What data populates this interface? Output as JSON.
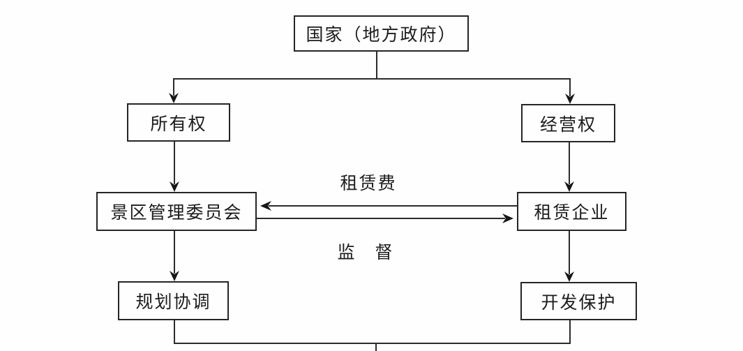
{
  "diagram": {
    "nodes": {
      "government": {
        "label": "国家（地方政府）"
      },
      "ownership": {
        "label": "所有权"
      },
      "operation_right": {
        "label": "经营权"
      },
      "committee": {
        "label": "景区管理委员会"
      },
      "lease_enterprise": {
        "label": "租赁企业"
      },
      "planning": {
        "label": "规划协调"
      },
      "development": {
        "label": "开发保护"
      }
    },
    "edge_labels": {
      "lease_fee": "租赁费",
      "supervision": "监　督"
    },
    "colors": {
      "line": "#2b2b2b",
      "arrowhead": "#161616",
      "background": "#fefefe",
      "text": "#1c1c1c"
    }
  }
}
